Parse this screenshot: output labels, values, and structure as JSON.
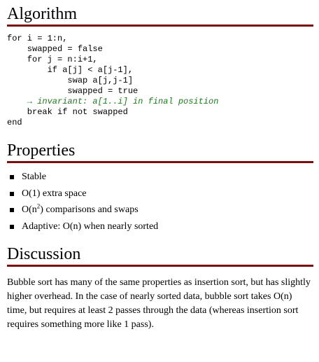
{
  "algorithm": {
    "heading": "Algorithm",
    "code": {
      "l1": "for i = 1:n,",
      "l2": "    swapped = false",
      "l3": "    for j = n:i+1,",
      "l4": "        if a[j] < a[j-1],",
      "l5": "            swap a[j,j-1]",
      "l6": "            swapped = true",
      "l7_comment": "    → invariant: a[1..i] in final position",
      "l8": "    break if not swapped",
      "l9": "end"
    }
  },
  "properties": {
    "heading": "Properties",
    "items": {
      "stable": "Stable",
      "space": "O(1) extra space",
      "comparisons_pre": "O(n",
      "comparisons_sup": "2",
      "comparisons_post": ") comparisons and swaps",
      "adaptive": "Adaptive: O(n) when nearly sorted"
    }
  },
  "discussion": {
    "heading": "Discussion",
    "text": "Bubble sort has many of the same properties as insertion sort, but has slightly higher overhead. In the case of nearly sorted data, bubble sort takes O(n) time, but requires at least 2 passes through the data (whereas insertion sort requires something more like 1 pass)."
  }
}
